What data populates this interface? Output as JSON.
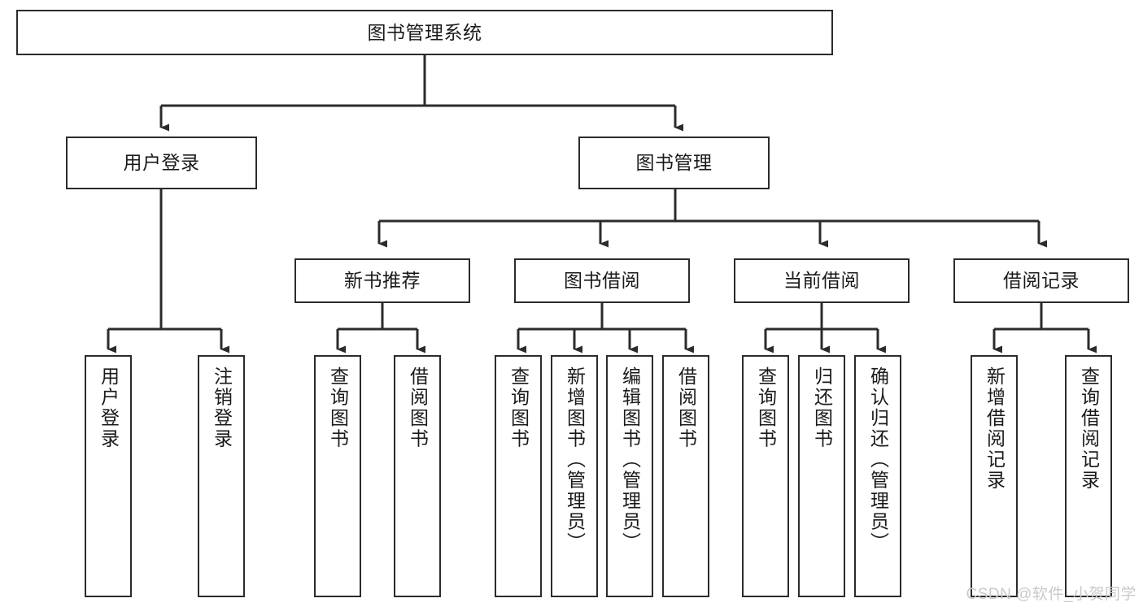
{
  "diagram": {
    "type": "tree-hierarchy-chart",
    "title": "图书管理系统",
    "background_color": "#ffffff",
    "line_color": "#2b2b2b",
    "text_color": "#1a1a1a",
    "levels": [
      {
        "level": 1,
        "nodes": [
          {
            "id": "root",
            "label": "图书管理系统",
            "orientation": "horizontal"
          }
        ]
      },
      {
        "level": 2,
        "nodes": [
          {
            "id": "login",
            "label": "用户登录",
            "orientation": "horizontal",
            "parent": "root"
          },
          {
            "id": "bookmgmt",
            "label": "图书管理",
            "orientation": "horizontal",
            "parent": "root"
          }
        ]
      },
      {
        "level": 3,
        "nodes": [
          {
            "id": "newbook",
            "label": "新书推荐",
            "orientation": "horizontal",
            "parent": "bookmgmt"
          },
          {
            "id": "borrow",
            "label": "图书借阅",
            "orientation": "horizontal",
            "parent": "bookmgmt"
          },
          {
            "id": "current",
            "label": "当前借阅",
            "orientation": "horizontal",
            "parent": "bookmgmt"
          },
          {
            "id": "records",
            "label": "借阅记录",
            "orientation": "horizontal",
            "parent": "bookmgmt"
          }
        ]
      },
      {
        "level": 4,
        "nodes": [
          {
            "id": "leaf1",
            "label": "用户登录",
            "orientation": "vertical",
            "parent": "login"
          },
          {
            "id": "leaf2",
            "label": "注销登录",
            "orientation": "vertical",
            "parent": "login"
          },
          {
            "id": "leaf3",
            "label": "查询图书",
            "orientation": "vertical",
            "parent": "newbook"
          },
          {
            "id": "leaf4",
            "label": "借阅图书",
            "orientation": "vertical",
            "parent": "newbook"
          },
          {
            "id": "leaf5",
            "label": "查询图书",
            "orientation": "vertical",
            "parent": "borrow"
          },
          {
            "id": "leaf6",
            "label": "新增图书（管理员）",
            "orientation": "vertical",
            "parent": "borrow"
          },
          {
            "id": "leaf7",
            "label": "编辑图书（管理员）",
            "orientation": "vertical",
            "parent": "borrow"
          },
          {
            "id": "leaf8",
            "label": "借阅图书",
            "orientation": "vertical",
            "parent": "borrow"
          },
          {
            "id": "leaf9",
            "label": "查询图书",
            "orientation": "vertical",
            "parent": "current"
          },
          {
            "id": "leaf10",
            "label": "归还图书",
            "orientation": "vertical",
            "parent": "current"
          },
          {
            "id": "leaf11",
            "label": "确认归还（管理员）",
            "orientation": "vertical",
            "parent": "current"
          },
          {
            "id": "leaf12",
            "label": "新增借阅记录",
            "orientation": "vertical",
            "parent": "records"
          },
          {
            "id": "leaf13",
            "label": "查询借阅记录",
            "orientation": "vertical",
            "parent": "records"
          }
        ]
      }
    ]
  },
  "watermark": {
    "text": "CSDN @软件_小贺同学"
  }
}
